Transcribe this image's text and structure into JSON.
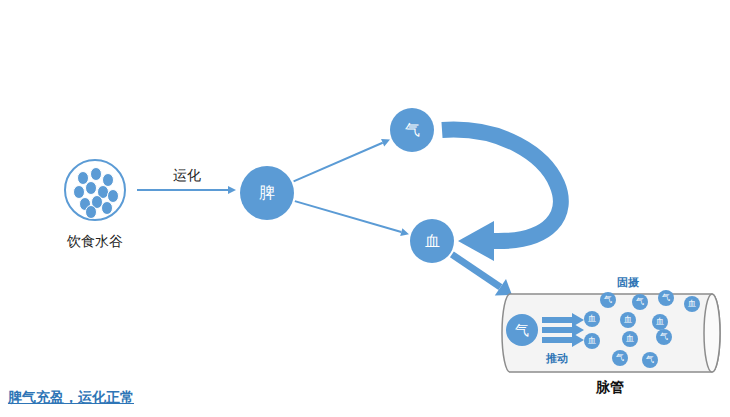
{
  "diagram": {
    "caption": "脾气充盈，运化正常",
    "nodes": [
      {
        "text": [
          "饮食水谷"
        ]
      },
      {
        "text": [
          "脾"
        ]
      },
      {
        "text": [
          "气"
        ]
      },
      {
        "text": [
          "血"
        ]
      },
      {
        "text": [
          "脉管"
        ]
      },
      {
        "text": [
          "气"
        ],
        "in": 4
      },
      {
        "text": [
          "气"
        ],
        "in": 4
      },
      {
        "text": [
          "气"
        ],
        "in": 4
      },
      {
        "text": [
          "气"
        ],
        "in": 4
      },
      {
        "text": [
          "血"
        ],
        "in": 4
      },
      {
        "text": [
          "血"
        ],
        "in": 4
      },
      {
        "text": [
          "血"
        ],
        "in": 4
      },
      {
        "text": [
          "血"
        ],
        "in": 4
      },
      {
        "text": [
          "血"
        ],
        "in": 4
      },
      {
        "text": [
          "血"
        ],
        "in": 4
      },
      {
        "text": [
          "气"
        ],
        "in": 4
      },
      {
        "text": [
          "气"
        ],
        "in": 4
      },
      {
        "text": [
          "气"
        ],
        "in": 4
      }
    ],
    "edges": [
      {
        "from": 0,
        "to": 1,
        "label": "运化",
        "arrow": "to"
      },
      {
        "from": 1,
        "to": 2,
        "arrow": "to"
      },
      {
        "from": 1,
        "to": 3,
        "arrow": "to"
      },
      {
        "from": 2,
        "to": 3,
        "arrow": "to"
      },
      {
        "from": 3,
        "to": 4,
        "arrow": "to"
      }
    ],
    "labels": [
      "固摄",
      "推动"
    ]
  }
}
